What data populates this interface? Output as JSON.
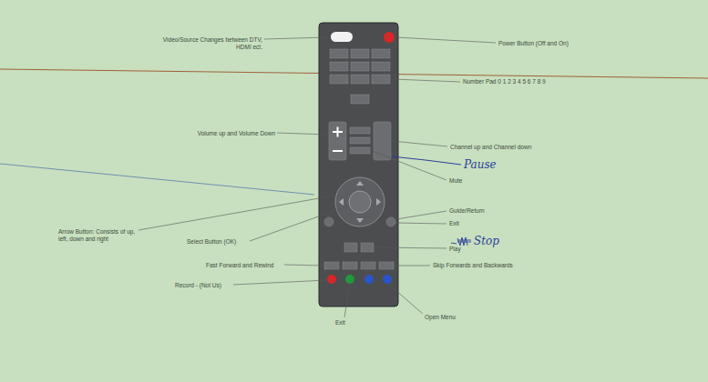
{
  "diagram": {
    "labels": [
      "Video/Source Changes between DTV, HDMI ect.",
      "Power Button (Off and On)",
      "Number Pad 0 1 2 3 4 5 6 7 8 9",
      "Volume up and Volume Down",
      "Channel up and Channel down",
      "Pause",
      "Mute",
      "Arrow Button: Consists of up, left, down and right",
      "Select Button (OK)",
      "Guide/Return",
      "Exit",
      "Stop",
      "Play",
      "Fast Forward and Rewind",
      "Skip Forwards and Backwards",
      "Record - (Not Us)",
      "Open Menu",
      "Exit"
    ]
  }
}
